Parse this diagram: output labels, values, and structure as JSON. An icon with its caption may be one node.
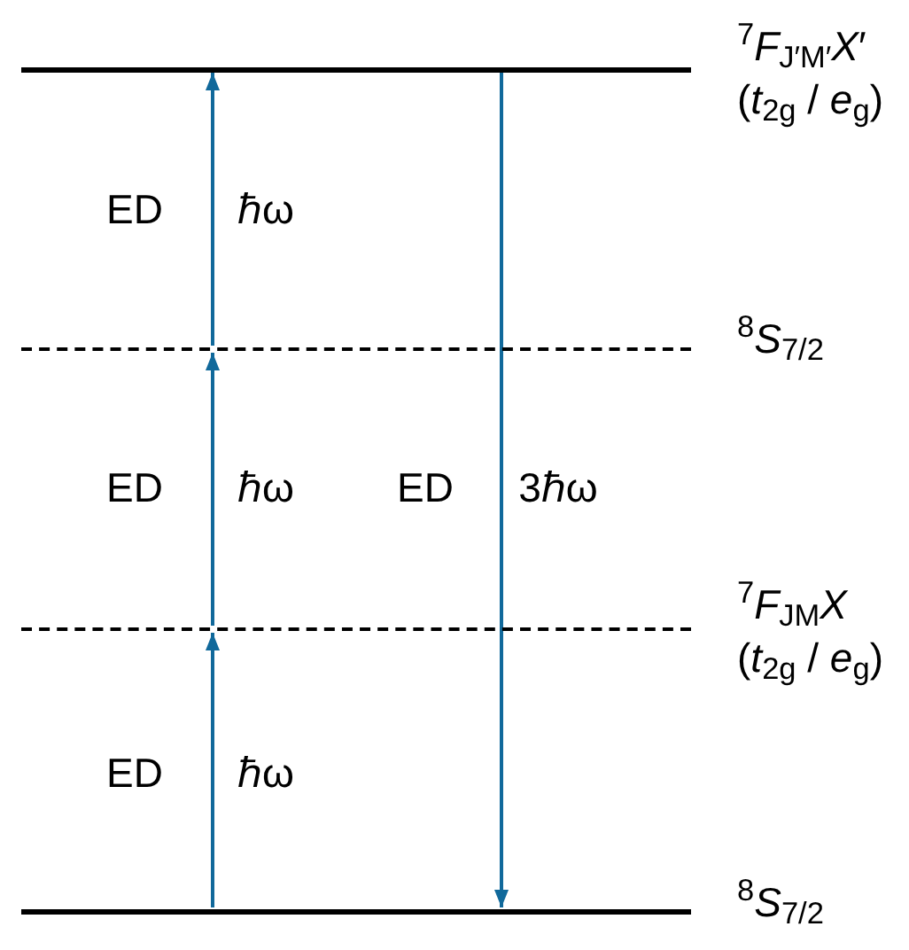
{
  "diagram": {
    "nodes": [
      {
        "text": [
          "$^{7}$*F*$_{J′M′}$*X*′",
          "(*t*$_{2g}$ / *e*$_{g}$)"
        ]
      },
      {
        "text": [
          "$^{8}$*S*$_{7/2}$"
        ]
      },
      {
        "text": [
          "$^{7}$*F*$_{JM}$*X*",
          "(*t*$_{2g}$ / *e*$_{g}$)"
        ]
      },
      {
        "text": [
          "$^{8}$*S*$_{7/2}$"
        ]
      }
    ],
    "edges": [
      {
        "from": 3,
        "to": 2,
        "arrow": "to"
      },
      {
        "from": 2,
        "to": 1,
        "arrow": "to"
      },
      {
        "from": 1,
        "to": 0,
        "arrow": "to"
      },
      {
        "from": 0,
        "to": 3,
        "arrow": "to"
      }
    ],
    "labels": [
      "ED",
      "ℏω",
      "ED",
      "ℏω",
      "ED",
      "3ℏω",
      "ED",
      "ℏω"
    ]
  }
}
